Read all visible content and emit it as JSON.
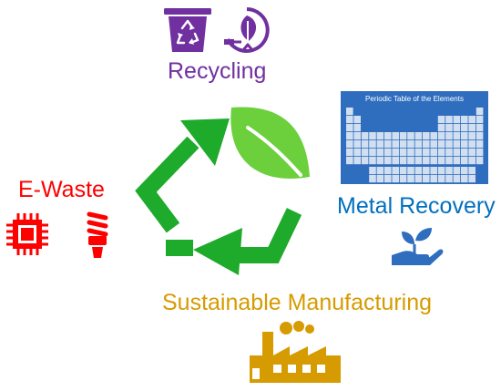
{
  "labels": {
    "recycling": "Recycling",
    "ewaste": "E-Waste",
    "metal_recovery": "Metal Recovery",
    "manufacturing": "Sustainable Manufacturing"
  },
  "periodic_table": {
    "title": "Periodic Table of the Elements"
  },
  "icons": {
    "recycle_bin": "recycle-bin-icon",
    "eco_plug": "leaf-plug-icon",
    "cycle": "recycle-arrows-icon",
    "leaf": "leaf-icon",
    "chip": "microchip-icon",
    "bulb": "cfl-bulb-icon",
    "hand_plant": "hand-plant-icon",
    "factory": "factory-icon"
  },
  "colors": {
    "recycling": "#7030a0",
    "ewaste": "#ff0000",
    "metal_recovery": "#0070c0",
    "manufacturing": "#d69b00",
    "arrows": "#1eaa2a",
    "leaf": "#6ccf3c",
    "periodic_bg": "#2f6ebf"
  }
}
